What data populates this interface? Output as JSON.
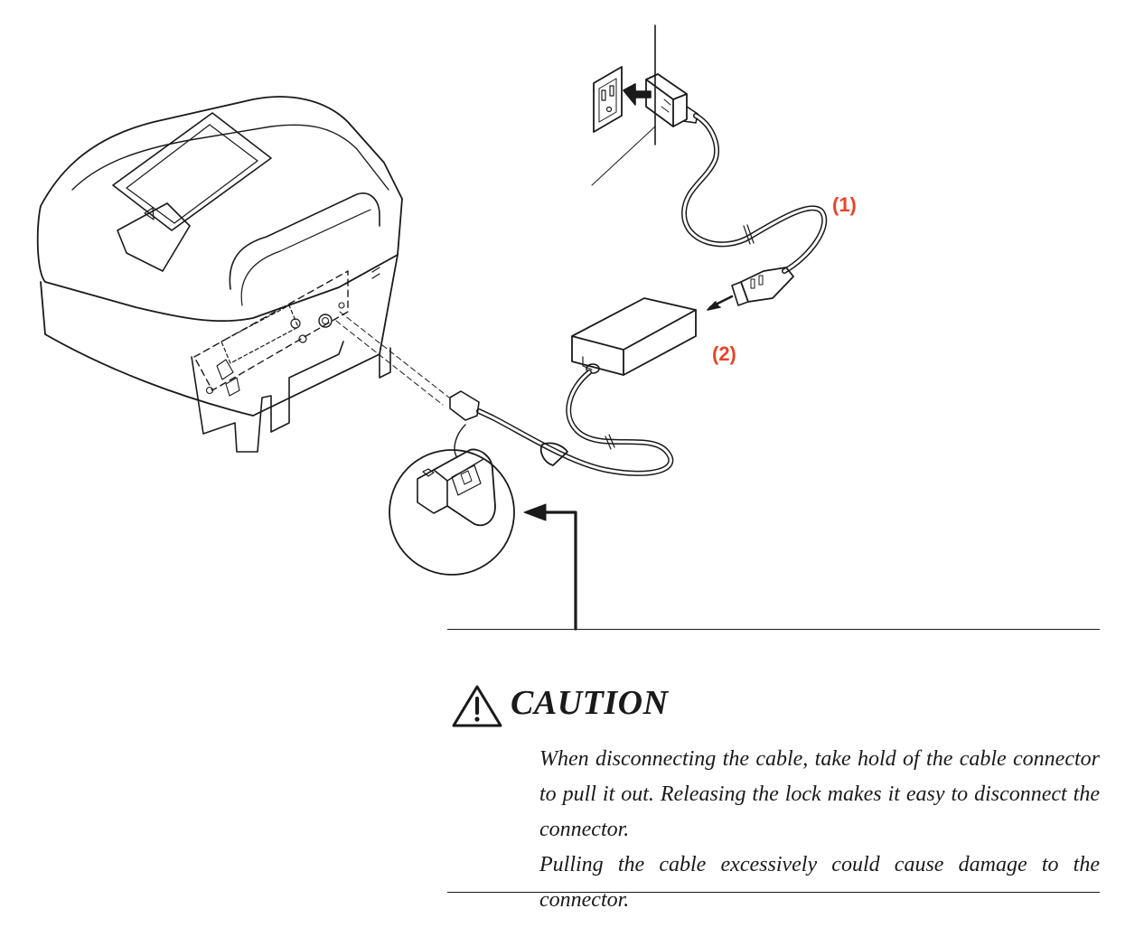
{
  "diagram": {
    "step_labels": [
      "(1)",
      "(2)"
    ]
  },
  "caution": {
    "title": "CAUTION",
    "paragraphs": [
      "When disconnecting the cable, take hold of the cable connector to pull it out. Releasing the lock makes it easy to disconnect the connector.",
      "Pulling the cable excessively could cause damage to the connector."
    ]
  },
  "colors": {
    "line": "#1a1a1a",
    "step_label": "#e8432b",
    "background": "#ffffff"
  },
  "icons": [
    "warning-triangle-icon",
    "arrow-icon"
  ]
}
